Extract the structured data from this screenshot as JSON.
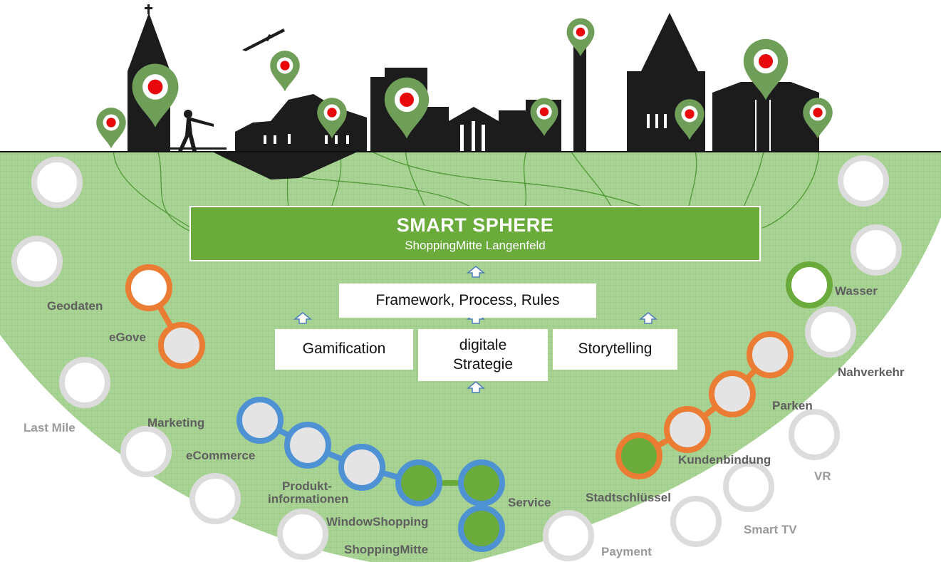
{
  "title": "SMART SPHERE",
  "subtitle": "ShoppingMitte Langenfeld",
  "framework": "Framework, Process, Rules",
  "pillars": [
    "Gamification",
    "digitale Strategie",
    "Storytelling"
  ],
  "labels": {
    "geodaten": "Geodaten",
    "egove": "eGove",
    "last_mile": "Last Mile",
    "marketing": "Marketing",
    "ecommerce": "eCommerce",
    "produkt_1": "Produkt-",
    "produkt_2": "informationen",
    "windowshopping": "WindowShopping",
    "shoppingmitte": "ShoppingMitte",
    "service": "Service",
    "payment": "Payment",
    "stadtschluessel": "Stadtschlüssel",
    "smart_tv": "Smart TV",
    "kundenbindung": "Kundenbindung",
    "vr": "VR",
    "parken": "Parken",
    "nahverkehr": "Nahverkehr",
    "wasser": "Wasser"
  },
  "colors": {
    "field_green": "#a9d394",
    "grid_green": "#8fc77a",
    "title_green": "#6aab3c",
    "node_green": "#6aab3c",
    "orange": "#ea7c33",
    "blue": "#4e92d3",
    "grey_ring": "#dcdcdc",
    "node_fill_grey": "#e4e4e4",
    "silhouette": "#1c1c1c",
    "pin_green": "#6f9e58",
    "pin_dot": "#e8070a"
  },
  "icons": [
    "pin-marker-icon",
    "glider-icon",
    "up-arrow-icon"
  ]
}
